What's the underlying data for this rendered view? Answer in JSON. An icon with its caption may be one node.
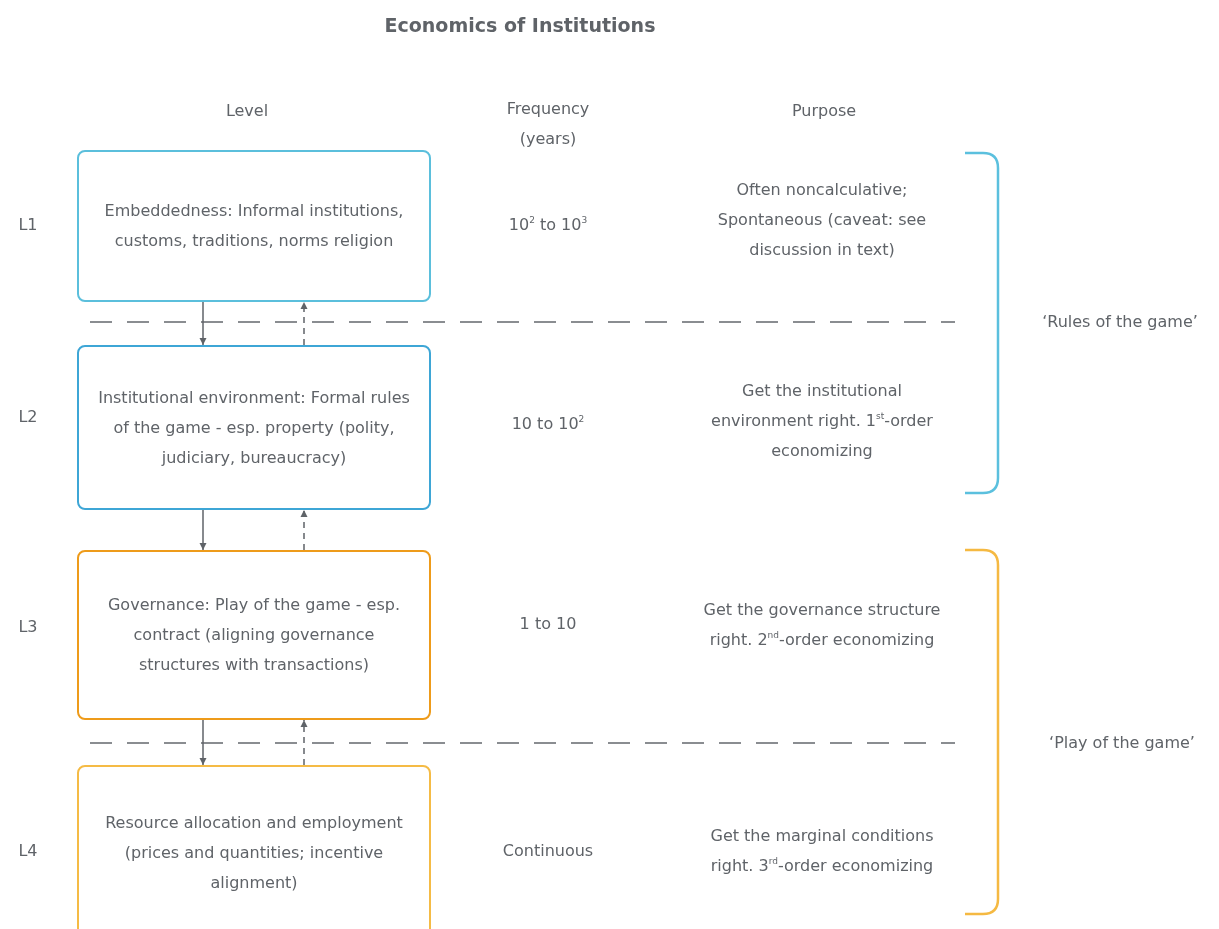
{
  "diagram": {
    "title": "Economics of Institutions",
    "nodes": [
      {
        "text": [
          "Embeddedness: Informal institutions, customs, traditions, norms religion"
        ]
      },
      {
        "text": [
          "Institutional environment: Formal rules of the game - esp. property (polity, judiciary, bureaucracy)"
        ]
      },
      {
        "text": [
          "Governance: Play of the game - esp. contract (aligning governance structures with transactions)"
        ]
      },
      {
        "text": [
          "Resource allocation and employment (prices and quantities; incentive alignment)"
        ]
      }
    ],
    "edges": [
      {
        "from": 0,
        "to": 1,
        "arrow": "to"
      },
      {
        "from": 1,
        "to": 0,
        "arrow": "to",
        "style": "dashed"
      },
      {
        "from": 1,
        "to": 2,
        "arrow": "to"
      },
      {
        "from": 2,
        "to": 1,
        "arrow": "to",
        "style": "dashed"
      },
      {
        "from": 2,
        "to": 3,
        "arrow": "to"
      },
      {
        "from": 3,
        "to": 2,
        "arrow": "to",
        "style": "dashed"
      }
    ],
    "labels": [
      "Level",
      "Frequency (years)",
      "Purpose",
      "L1",
      "10$^{2}$ to 10$^{3}$",
      "Often noncalculative; Spontaneous (caveat: see discussion in text)",
      "‘Rules of the game’",
      "L2",
      "10 to 10$^{2}$",
      "Get the institutional environment right. 1$^{st}$-order economizing",
      "L3",
      "1 to 10",
      "Get the governance structure right. 2$^{nd}$-order economizing",
      "‘Play of the game’",
      "L4",
      "Continuous",
      "Get the marginal conditions right. 3$^{rd}$-order economizing"
    ]
  }
}
